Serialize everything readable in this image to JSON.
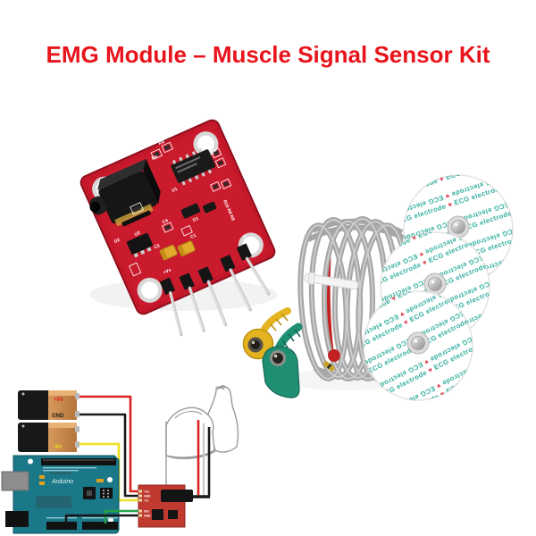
{
  "title": {
    "text": "EMG Module – Muscle Signal Sensor Kit",
    "color": "#e8141b"
  },
  "pcb": {
    "description": "red EMG sensor breakout board photo",
    "board_color": "#c4182a",
    "labels": [
      "R6",
      "R4",
      "U1",
      "D2",
      "U2",
      "C3",
      "C4",
      "C1",
      "D1",
      "R10 R8 R9",
      "+Vs",
      "2"
    ]
  },
  "cable": {
    "description": "gray coiled 3-lead snap electrode cable",
    "cable_color": "#a6a6a6",
    "connector_colors": {
      "yellow": "#e3b41f",
      "green": "#1f8f74",
      "red": "#c32222"
    }
  },
  "electrodes": {
    "count": 3,
    "stripe_text": "ECG electrode ♥ ECG electrode ♥ ECG electrode ♥ ECG electrode",
    "text_color": "#2fae9e",
    "heart_color": "#e04a5a"
  },
  "diagram": {
    "battery1": {
      "plus_label": "+9V",
      "minus_label": "GND",
      "plus_color": "#e02020",
      "minus_color": "#222222"
    },
    "battery2": {
      "label": "-9V",
      "label_color": "#f0e020"
    },
    "arduino": {
      "label": "Arduino",
      "board_color": "#1a7888"
    },
    "module": {
      "board_color": "#c03a30",
      "pins_top": [
        "+Vs",
        "GND",
        "-Vs"
      ],
      "pins_bottom": [
        "SIG",
        "GND"
      ]
    },
    "wire_colors": {
      "plus": "#dd2222",
      "ground": "#181818",
      "negative": "#f0e020",
      "signal": "#27a24a"
    }
  }
}
